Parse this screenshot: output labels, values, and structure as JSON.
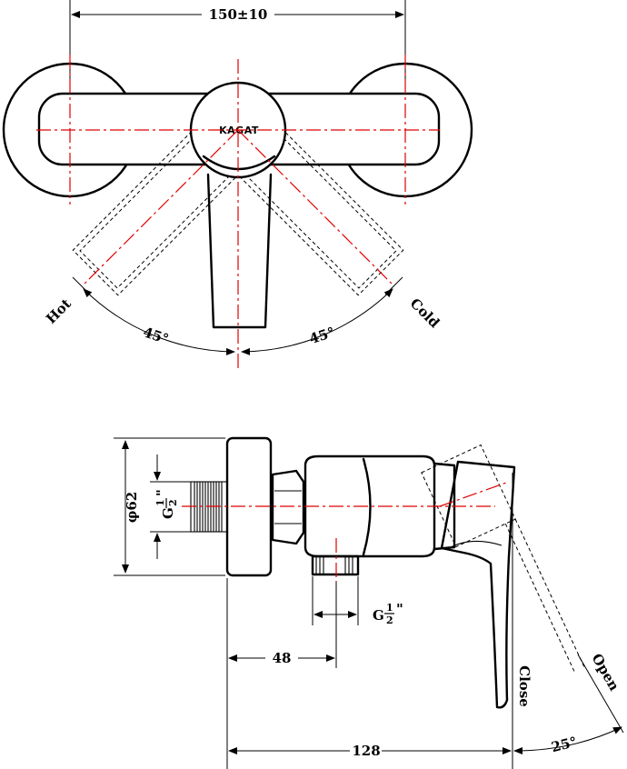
{
  "top_view": {
    "width_dim": "150±10",
    "brand": "KAGAT",
    "hot_label": "Hot",
    "cold_label": "Cold",
    "angle_left": "45°",
    "angle_right": "45°"
  },
  "side_view": {
    "diameter_dim": "φ62",
    "thread_inlet": "G",
    "thread_outlet": "G",
    "fraction_num": "1",
    "fraction_den": "2",
    "inch_mark": "\"",
    "depth_dim": "48",
    "length_dim": "128",
    "close_label": "Close",
    "open_label": "Open",
    "open_angle": "25°"
  }
}
